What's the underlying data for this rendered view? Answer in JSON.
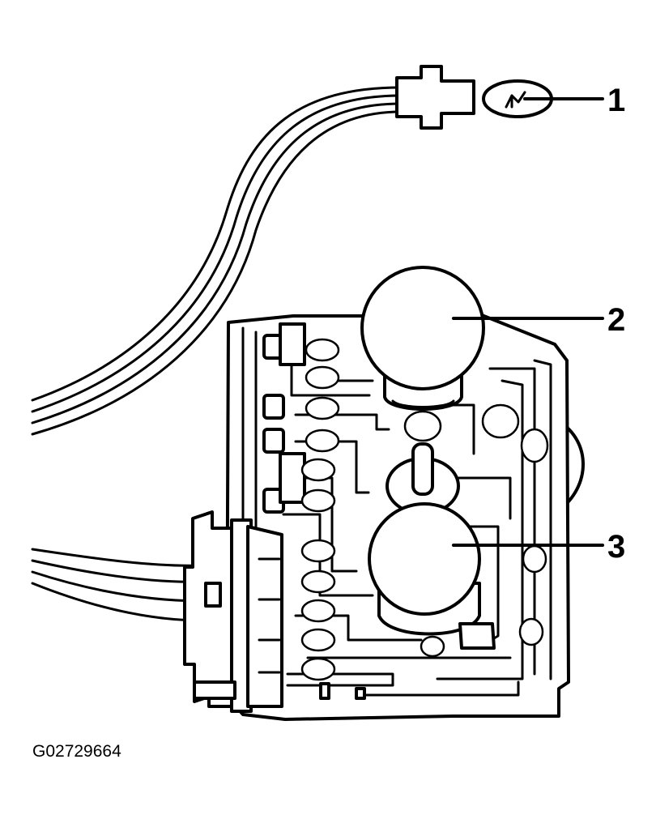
{
  "callouts": [
    {
      "number": "1",
      "part": "bulb"
    },
    {
      "number": "2",
      "part": "upper-knob"
    },
    {
      "number": "3",
      "part": "lower-knob"
    }
  ],
  "figure_id": "G02729664"
}
